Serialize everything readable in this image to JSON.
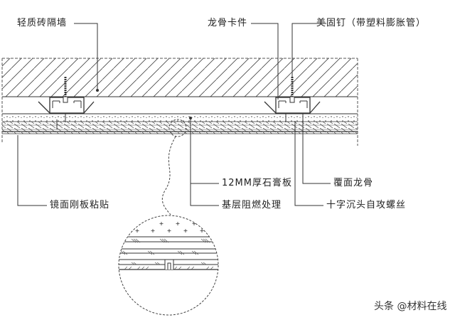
{
  "diagram": {
    "title": "轻钢龙骨镜面钢板墙面节点",
    "labels": {
      "partition_wall": "轻质砖隔墙",
      "keel_clip": "龙骨卡件",
      "anchor_nail": "美固钉（带塑料膨胀管）",
      "gypsum_board": "12MM厚石膏板",
      "fire_retardant": "基层阻燃处理",
      "cover_keel": "覆面龙骨",
      "self_tapping_screw": "十字沉头自攻螺丝",
      "mirror_steel": "镜面刚板粘贴"
    },
    "detail_view": "magnified-section-circle",
    "colors": {
      "line": "#333333",
      "background": "#ffffff"
    }
  },
  "watermark": "头条 @材料在线"
}
